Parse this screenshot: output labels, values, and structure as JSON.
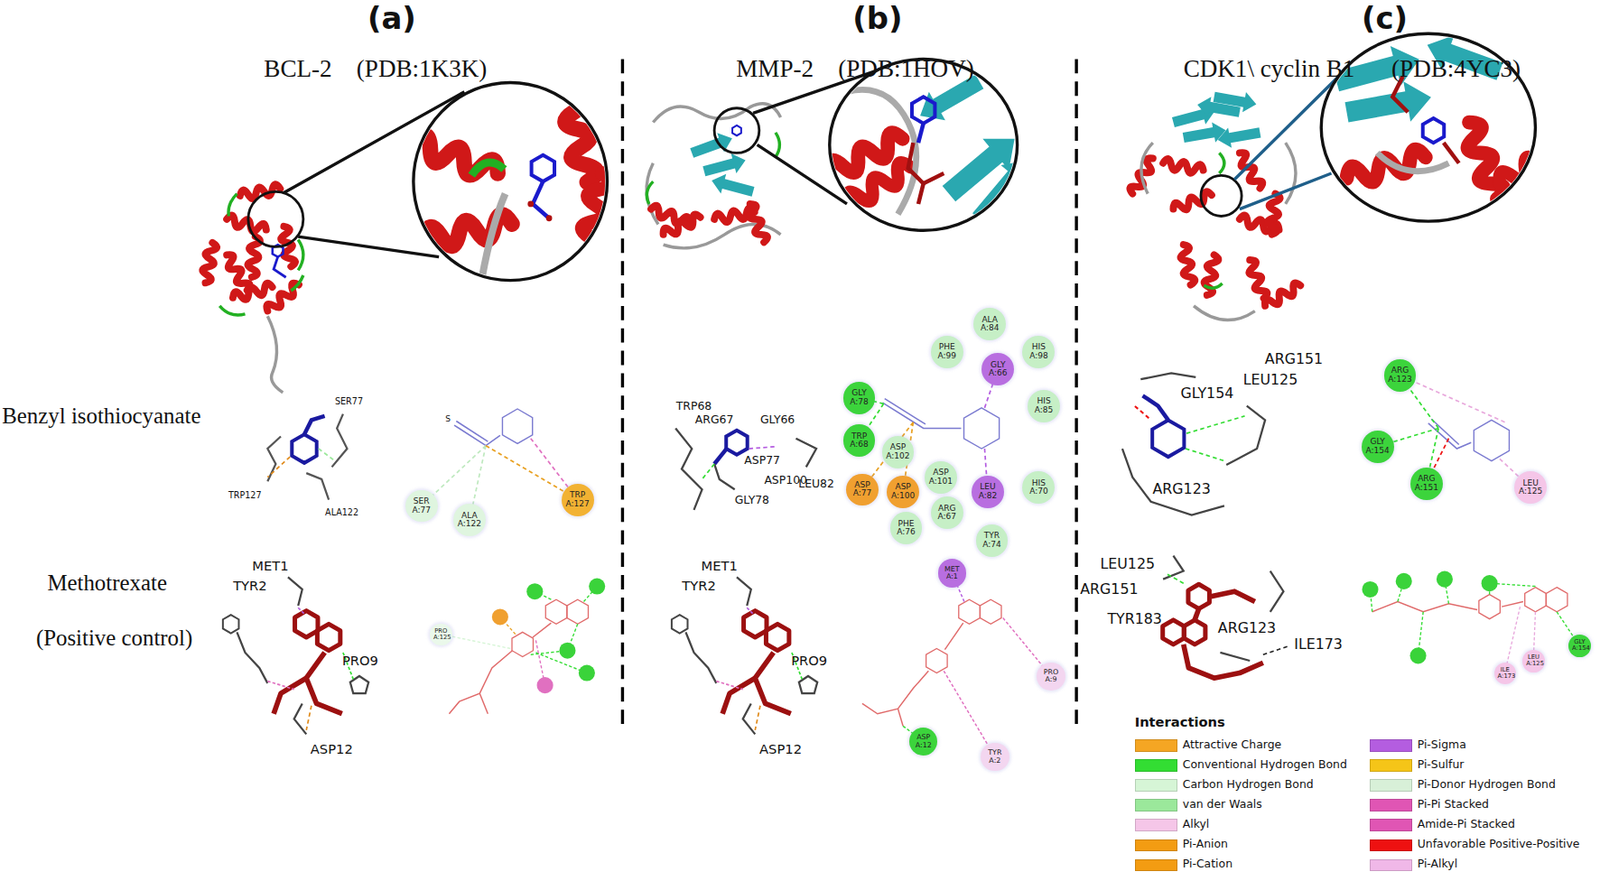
{
  "diagram": {
    "nodes": [
      {
        "text": [
          "SER A:77"
        ]
      },
      {
        "text": [
          "ALA A:122"
        ]
      },
      {
        "text": [
          "TRP A:127"
        ]
      },
      {
        "text": [
          "PRO A:125"
        ]
      },
      {
        "text": [
          "ALA A:84"
        ]
      },
      {
        "text": [
          "HIS A:98"
        ]
      },
      {
        "text": [
          "PHE A:99"
        ]
      },
      {
        "text": [
          "GLY A:66"
        ]
      },
      {
        "text": [
          "GLY A:78"
        ]
      },
      {
        "text": [
          "HIS A:85"
        ]
      },
      {
        "text": [
          "TRP A:68"
        ]
      },
      {
        "text": [
          "ASP A:102"
        ]
      },
      {
        "text": [
          "ASP A:77"
        ]
      },
      {
        "text": [
          "ASP A:100"
        ]
      },
      {
        "text": [
          "ASP A:101"
        ]
      },
      {
        "text": [
          "ARG A:67"
        ]
      },
      {
        "text": [
          "LEU A:82"
        ]
      },
      {
        "text": [
          "HIS A:70"
        ]
      },
      {
        "text": [
          "PHE A:76"
        ]
      },
      {
        "text": [
          "TYR A:74"
        ]
      },
      {
        "text": [
          "MET A:1"
        ]
      },
      {
        "text": [
          "PRO A:9"
        ]
      },
      {
        "text": [
          "ASP A:12"
        ]
      },
      {
        "text": [
          "TYR A:2"
        ]
      },
      {
        "text": [
          "ARG A:123"
        ]
      },
      {
        "text": [
          "GLY A:154"
        ]
      },
      {
        "text": [
          "ARG A:151"
        ]
      },
      {
        "text": [
          "LEU A:125"
        ]
      },
      {
        "text": [
          "GLY A:154"
        ]
      },
      {
        "text": [
          "LEU A:125"
        ]
      },
      {
        "text": [
          "ILE A:173"
        ]
      }
    ],
    "labels": [
      "(a)",
      "(b)",
      "(c)",
      "BCL-2    (PDB:1K3K)",
      "MMP-2    (PDB:1HOV)",
      "CDK1\\ cyclin B1      (PDB:4YC3)",
      "Benzyl isothiocyanate",
      "Methotrexate",
      "(Positive control)",
      "SER77",
      "TRP127",
      "ALA122",
      "S",
      "MET1",
      "TYR2",
      "PRO9",
      "ASP12",
      "TRP68",
      "ARG67",
      "GLY66",
      "LEU82",
      "ASP77",
      "ASP100",
      "GLY78",
      "MET1",
      "TYR2",
      "PRO9",
      "ASP12",
      "ARG151",
      "LEU125",
      "GLY154",
      "ARG123",
      "LEU125",
      "ARG151",
      "TYR183",
      "ARG123",
      "ILE173",
      "Interactions"
    ],
    "legend": [
      {
        "text": "Attractive Charge",
        "color": "#f5a623"
      },
      {
        "text": "Conventional Hydrogen Bond",
        "color": "#33dd33"
      },
      {
        "text": "Carbon Hydrogen Bond",
        "color": "#d6f5d6"
      },
      {
        "text": "van der Waals",
        "color": "#9be89b"
      },
      {
        "text": "Alkyl",
        "color": "#f5c6e8"
      },
      {
        "text": "Pi-Anion",
        "color": "#f39c12"
      },
      {
        "text": "Pi-Cation",
        "color": "#f39c12"
      },
      {
        "text": "Pi-Sigma",
        "color": "#b45de0"
      },
      {
        "text": "Pi-Sulfur",
        "color": "#f5c518"
      },
      {
        "text": "Pi-Donor Hydrogen Bond",
        "color": "#d8f0d8"
      },
      {
        "text": "Pi-Pi Stacked",
        "color": "#e055b4"
      },
      {
        "text": "Amide-Pi Stacked",
        "color": "#e055b4"
      },
      {
        "text": "Unfavorable Positive-Positive",
        "color": "#ee1111"
      },
      {
        "text": "Pi-Alkyl",
        "color": "#f0b8e8"
      }
    ]
  }
}
